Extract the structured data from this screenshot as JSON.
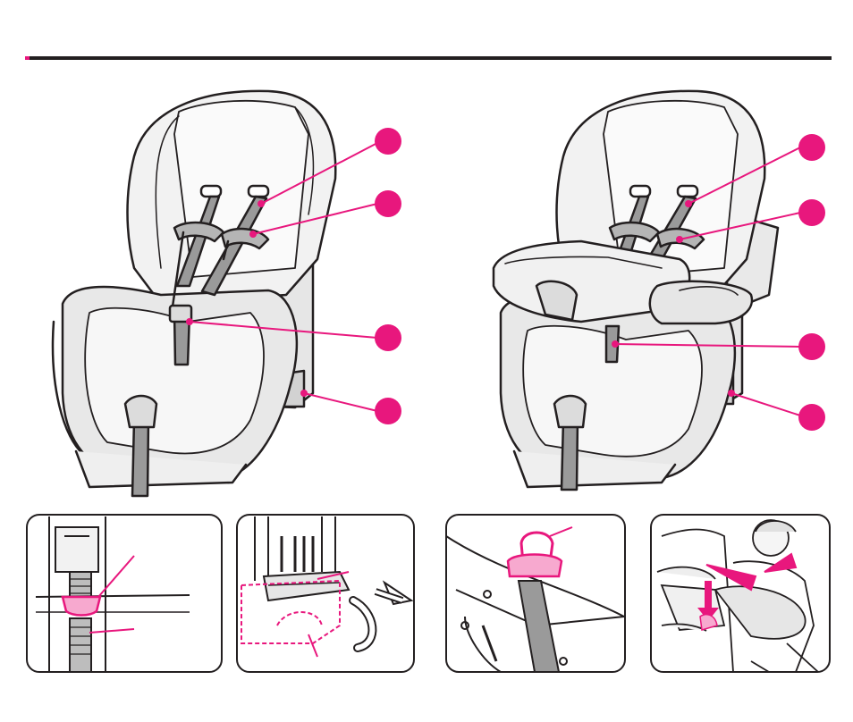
{
  "colors": {
    "accent": "#e8177d",
    "ink": "#231f20",
    "seat_light": "#f4f4f4",
    "seat_mid": "#dcdcdc",
    "strap": "#9a9a9a"
  },
  "page": {
    "header_rule": "black-rule-with-magenta-tick"
  },
  "figures": {
    "seat_without_shield": "car-seat-harness-illustration",
    "seat_with_shield": "car-seat-shield-illustration",
    "detail_panels": [
      "harness-adjuster-detail",
      "recline-handle-detail",
      "chest-clip-strap-detail",
      "child-buckling-detail"
    ]
  }
}
